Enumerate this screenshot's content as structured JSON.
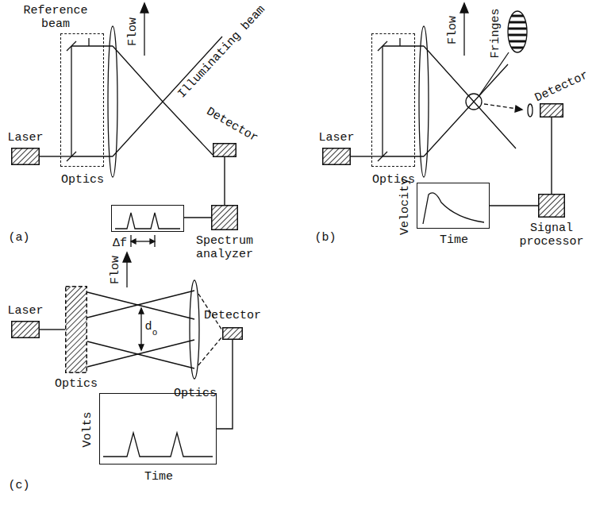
{
  "diagram": {
    "nodes": [
      {
        "text": [
          "Laser"
        ]
      },
      {
        "text": [
          "Optics"
        ]
      },
      {
        "text": [
          "Detector"
        ]
      },
      {
        "text": [
          "Spectrum analyzer"
        ]
      },
      {
        "text": [
          "Δf"
        ]
      },
      {
        "text": [
          "Laser"
        ]
      },
      {
        "text": [
          "Optics"
        ]
      },
      {
        "text": [
          "Detector"
        ]
      },
      {
        "text": [
          "Signal processor"
        ]
      },
      {
        "text": [
          "Velocity",
          "Time"
        ]
      },
      {
        "text": [
          "Laser"
        ]
      },
      {
        "text": [
          "Optics"
        ]
      },
      {
        "text": [
          "Detector"
        ]
      },
      {
        "text": [
          "Volts",
          "Time"
        ]
      }
    ],
    "edges": [
      {
        "from": 0,
        "to": 1,
        "arrow": "none"
      },
      {
        "from": 2,
        "to": 3,
        "arrow": "none"
      },
      {
        "from": 3,
        "to": 4,
        "arrow": "none"
      },
      {
        "from": 5,
        "to": 6,
        "arrow": "none"
      },
      {
        "from": 7,
        "to": 8,
        "arrow": "none"
      },
      {
        "from": 8,
        "to": 9,
        "arrow": "none"
      },
      {
        "from": 10,
        "to": 11,
        "arrow": "none"
      },
      {
        "from": 12,
        "to": 13,
        "arrow": "none"
      }
    ],
    "labels": [
      "Reference beam",
      "Flow",
      "Illuminating beam",
      "(a)",
      "Flow",
      "Fringes",
      "(b)",
      "Flow",
      "d",
      "o",
      "Optics",
      "(c)"
    ]
  }
}
